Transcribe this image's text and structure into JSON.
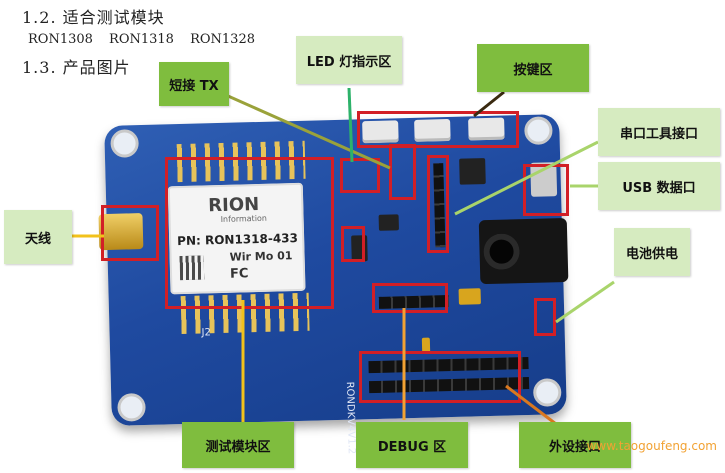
{
  "headings": {
    "section_1": "1.2.  适合测试模块",
    "models": [
      "RON1308",
      "RON1318",
      "RON1328"
    ],
    "section_2": "1.3.  产品图片"
  },
  "board": {
    "module_logo": "RION",
    "module_sub": "Information",
    "module_pn": "PN: RON1318-433",
    "module_wir": "Wir Mo 01",
    "module_fc": "FC",
    "silk_version": "RONDKV4V1.2",
    "silk_j2": "J2"
  },
  "callouts": {
    "led": "LED 灯指示区",
    "short_tx": "短接 TX",
    "keys": "按键区",
    "serial": "串口工具接口",
    "usb": "USB 数据口",
    "battery": "电池供电",
    "antenna": "天线",
    "test_module": "测试模块区",
    "debug": "DEBUG 区",
    "peripheral": "外设接口"
  },
  "watermark": "www.taogoufeng.com",
  "colors": {
    "callout_green": "#7fbd3e",
    "callout_light": "#d6ebc0",
    "highlight_red": "#d21f26",
    "board_blue": "#1f4aa0",
    "watermark_orange": "#f2a233"
  }
}
